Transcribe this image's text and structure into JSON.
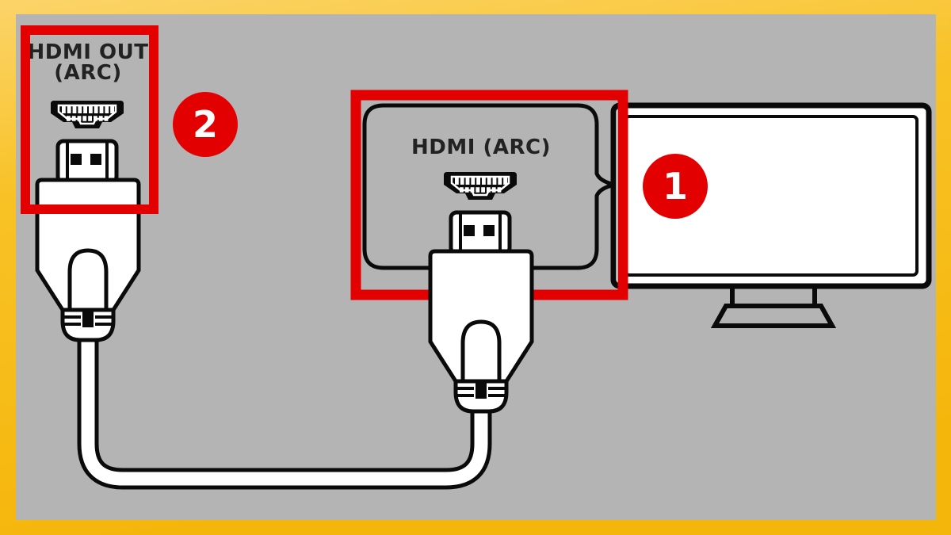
{
  "colors": {
    "accent_red": "#E30000",
    "frame_yellow": "#F7BA10",
    "frame_yellow_light": "#FBD469",
    "panel_gray": "#B4B4B4",
    "line_black": "#0A0A0A",
    "text_dark": "#222222",
    "white": "#FFFFFF"
  },
  "diagram": {
    "source_port_label": {
      "line1": "HDMI OUT",
      "line2": "(ARC)"
    },
    "tv_callout_label": "HDMI (ARC)",
    "badges": {
      "tv_step": "1",
      "source_step": "2"
    },
    "icons": {
      "hdmi_port": "hdmi-port-icon (black trapezoid receptacle with two rows of white pins)",
      "hdmi_plug": "hdmi-plug-icon (white cable connector outline)",
      "tv": "tv-icon (monitor outline with stand)",
      "cable": "hdmi-cable (white cable with black outline joining both plugs)",
      "callout": "speech-bubble pointing at tv hdmi port"
    }
  }
}
